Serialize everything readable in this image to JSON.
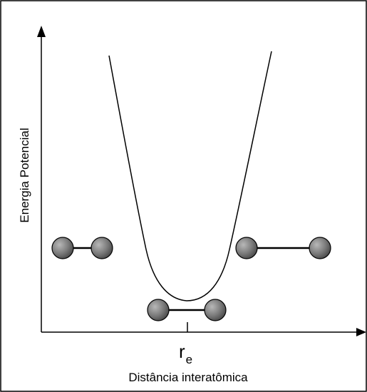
{
  "diagram": {
    "y_axis_label": "Energia Potencial",
    "x_axis_label": "Distância interatômica",
    "equilibrium_label": {
      "symbol": "r",
      "subscript": "e"
    },
    "atom_color": "#7a7a7a",
    "bond_color": "#000000",
    "curve_color": "#000000",
    "axis_color": "#000000"
  }
}
